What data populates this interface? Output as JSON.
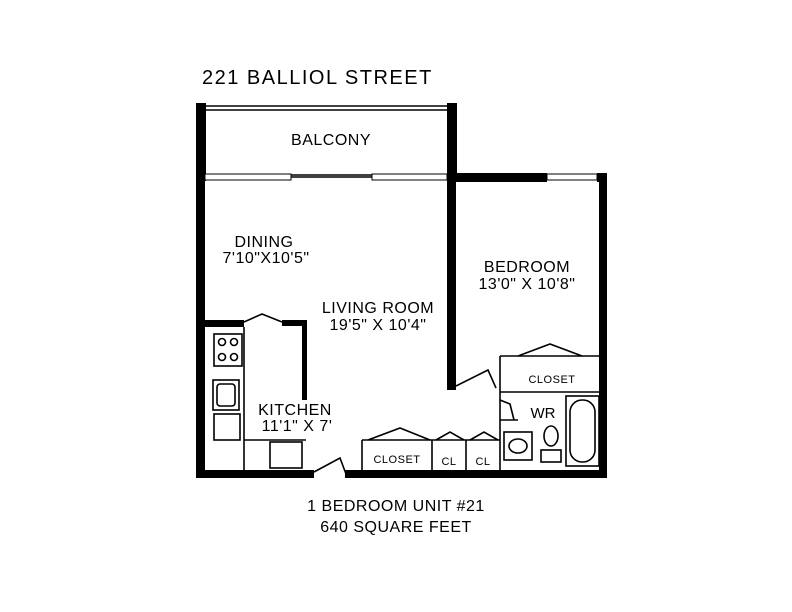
{
  "header": {
    "title": "221 BALLIOL STREET"
  },
  "rooms": {
    "balcony": "BALCONY",
    "dining": {
      "name": "DINING",
      "size": "7'10\"X10'5\""
    },
    "living": {
      "name": "LIVING ROOM",
      "size": "19'5\" X 10'4\""
    },
    "bedroom": {
      "name": "BEDROOM",
      "size": "13'0\" X 10'8\""
    },
    "kitchen": {
      "name": "KITCHEN",
      "size": "11'1\" X 7'"
    },
    "washroom": "WR",
    "closet_bedroom": "CLOSET",
    "closet_hall": "CLOSET",
    "cl_1": "CL",
    "cl_2": "CL"
  },
  "footer": {
    "unit": "1 BEDROOM UNIT #21",
    "area": "640 SQUARE FEET"
  }
}
